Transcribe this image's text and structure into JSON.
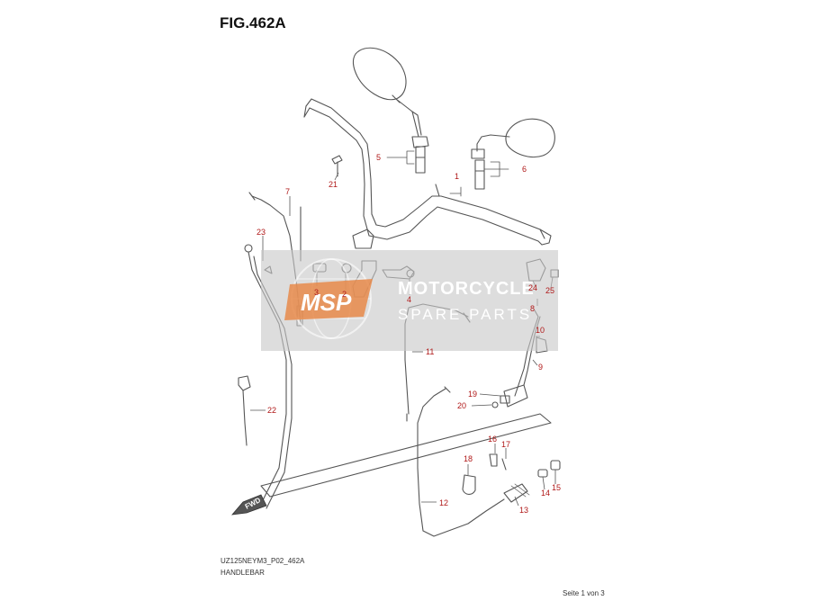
{
  "figure": {
    "title": "FIG.462A",
    "model_code": "UZ125NEYM3_P02_462A",
    "section_name": "HANDLEBAR",
    "page_info": "Seite 1 von 3"
  },
  "watermark": {
    "logo": "MSP",
    "line1": "MOTORCYCLE",
    "line2": "SPARE PARTS"
  },
  "direction_marker": "FWD",
  "part_labels": [
    "1",
    "2",
    "3",
    "4",
    "5",
    "6",
    "7",
    "8",
    "9",
    "10",
    "11",
    "12",
    "13",
    "14",
    "15",
    "16",
    "17",
    "18",
    "19",
    "20",
    "21",
    "22",
    "23",
    "24",
    "25"
  ],
  "colors": {
    "label_red": "#b01818",
    "line": "#555555",
    "watermark_overlay": "#c8c8c8",
    "watermark_logo": "#e88a4a"
  }
}
